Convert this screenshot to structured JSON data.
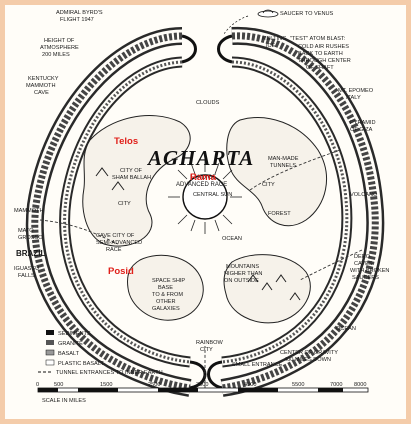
{
  "diagram": {
    "title": "AGHARTA",
    "subtitle_line1": "LAND OF",
    "subtitle_line2": "ADVANCED RACE",
    "central_sun": "CENTRAL SUN",
    "overlay_labels": {
      "telos": "Telos",
      "rama": "Rama",
      "posid": "Posid"
    },
    "labels": {
      "admiral_byrd_1": "ADMIRAL BYRD'S",
      "admiral_byrd_2": "FLIGHT 1947",
      "height_1": "HEIGHT OF",
      "height_2": "ATMOSPHERE",
      "height_3": "200 MILES",
      "kentucky_1": "KENTUCKY",
      "kentucky_2": "MAMMOTH",
      "kentucky_3": "CAVE",
      "saucer": "SAUCER TO VENUS",
      "melting_ice_1": "MELTING",
      "melting_ice_2": "ICE",
      "atom_1": "\"TEST\" ATOM BLAST:",
      "atom_2": "COLD AIR RUSHES",
      "atom_3": "BACK TO EARTH",
      "atom_4": "THROUGH CENTER",
      "atom_5": "OF SHAFT",
      "clouds": "CLOUDS",
      "mt_epomeo_1": "MT. EPOMEO",
      "mt_epomeo_2": "ITALY",
      "pyramid_1": "PYRAMID",
      "pyramid_2": "OF GIZA",
      "city_shamballah_1": "CITY OF",
      "city_shamballah_2": "SHAM BALLAH",
      "man_made_1": "MAN-MADE",
      "man_made_2": "TUNNELS",
      "city_a": "CITY",
      "city_b": "CITY",
      "forest": "FOREST",
      "volcano": "VOLCANO",
      "mammoth": "MAMMOTH",
      "mato_1": "MATO",
      "mato_2": "GROSSO",
      "brazil": "BRAZIL",
      "iguassu_1": "IGUASSU",
      "iguassu_2": "FALLS",
      "cave_city_1": "CAVE CITY OF",
      "cave_city_2": "SEMI-ADVANCED",
      "cave_city_3": "RACE",
      "ocean_inner": "OCEAN",
      "space_ship_1": "SPACE SHIP",
      "space_ship_2": "BASE",
      "space_ship_3": "TO & FROM",
      "space_ship_4": "OTHER",
      "space_ship_5": "GALAXIES",
      "mountains_1": "MOUNTAINS",
      "mountains_2": "HIGHER THAN",
      "mountains_3": "ON OUTSIDE",
      "dero_1": "DERO",
      "dero_2": "CAVES",
      "dero_3": "WITH BROKEN",
      "dero_4": "SAUCERS",
      "ocean_outer": "OCEAN",
      "rainbow_1": "RAINBOW",
      "rainbow_2": "CITY",
      "small_entrance": "SMALL ENTRANCE",
      "gravity_1": "CENTER OF GRAVITY",
      "gravity_2": "400 MILES DOWN"
    },
    "legend": {
      "items": [
        "SEDIMENTS",
        "GRANITE",
        "BASALT",
        "PLASTIC BASALT"
      ],
      "tunnel": "TUNNEL ENTRANCES TO INNER EARTH"
    },
    "scale": {
      "ticks": [
        "0",
        "500",
        "1500",
        "2500",
        "3500",
        "4500",
        "5500",
        "7000",
        "8000"
      ],
      "caption": "SCALE IN MILES"
    }
  }
}
